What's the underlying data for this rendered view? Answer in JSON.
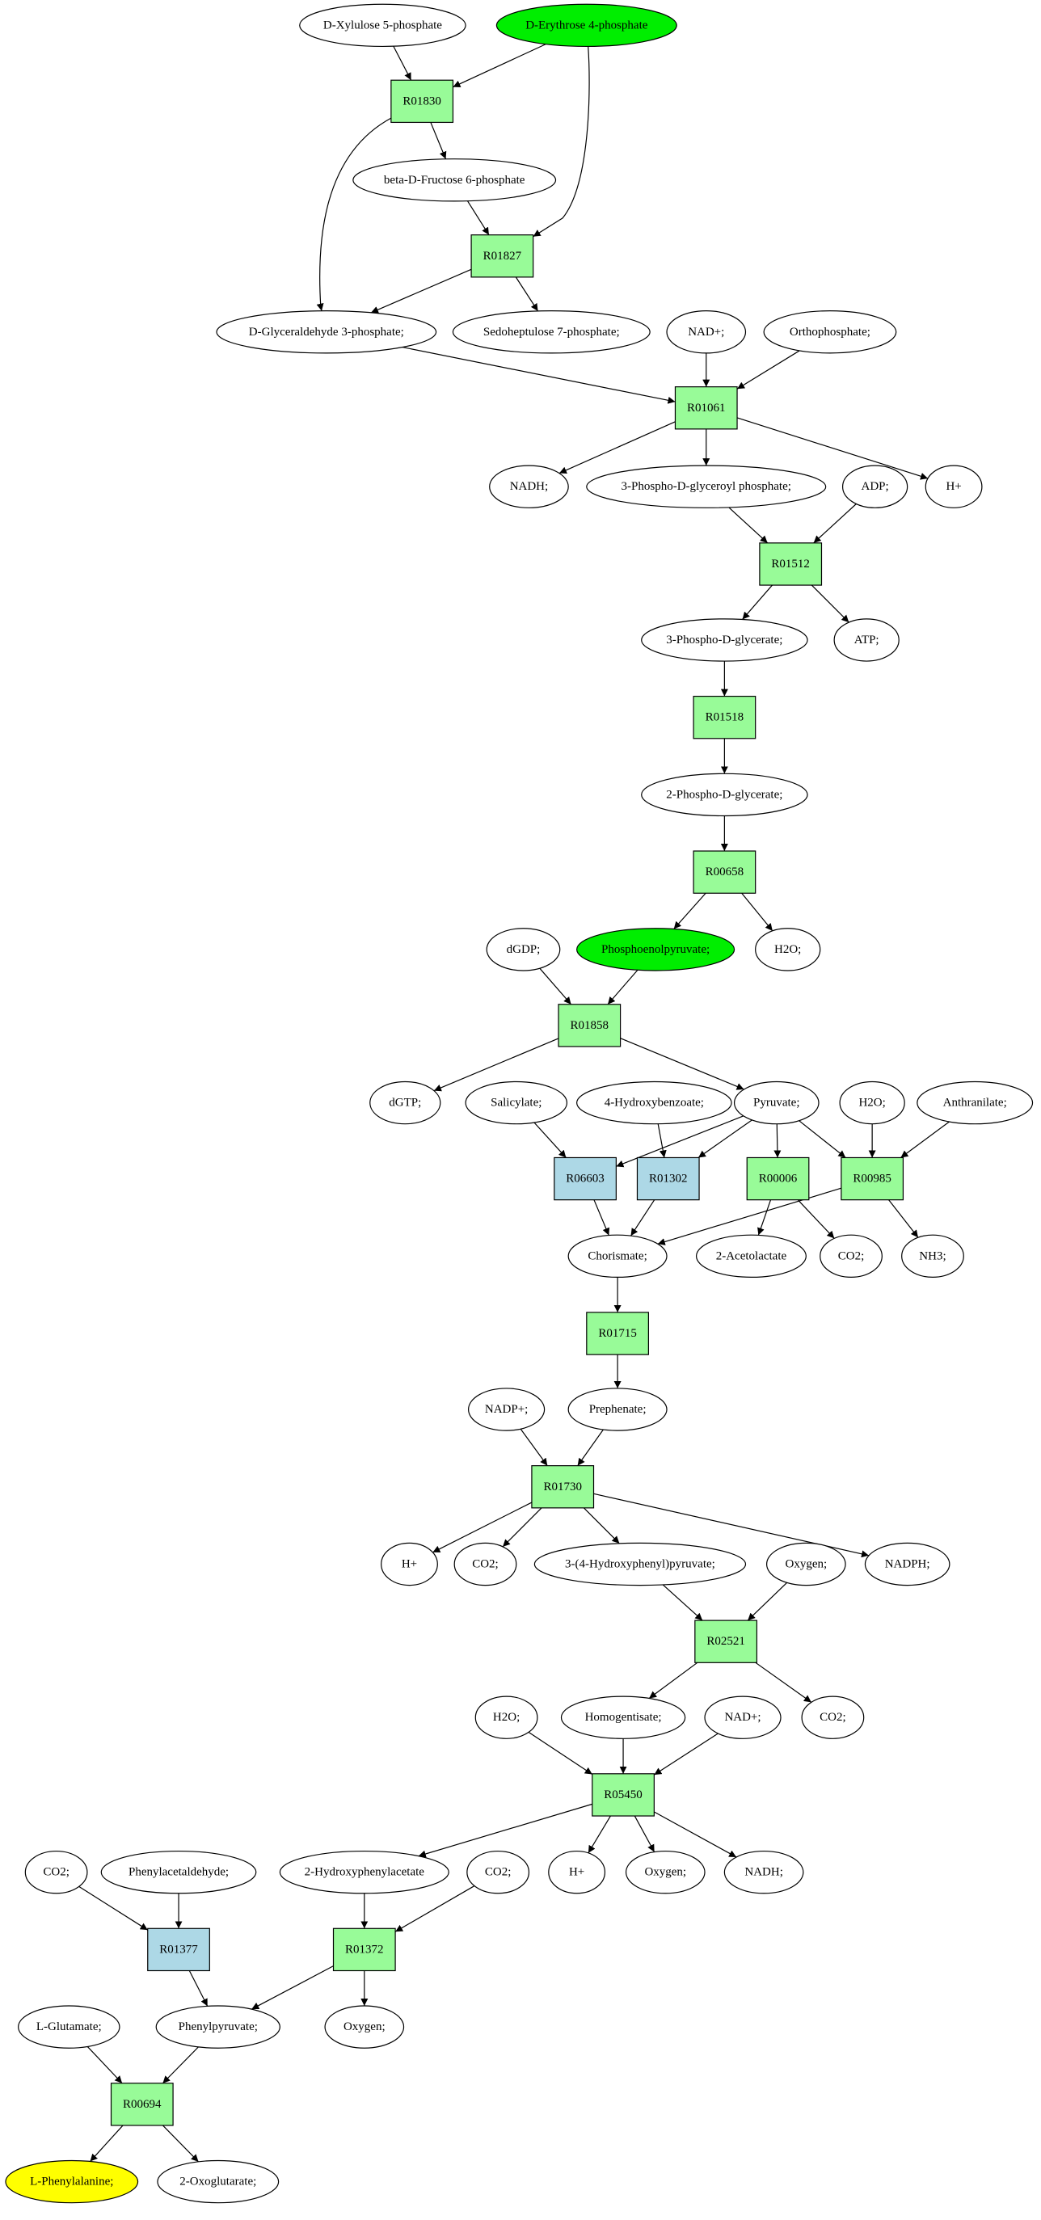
{
  "colors": {
    "compound_default": "#ffffff",
    "compound_start": "#00ee00",
    "compound_target": "#ffff00",
    "reaction_default": "#98fb98",
    "reaction_alt": "#add8e6",
    "stroke": "#000000"
  },
  "nodes": [
    {
      "id": "c_xylulose5p",
      "kind": "compound",
      "label": "D-Xylulose 5-phosphate",
      "fill": "default"
    },
    {
      "id": "c_erythrose4p",
      "kind": "compound",
      "label": "D-Erythrose 4-phosphate",
      "fill": "start"
    },
    {
      "id": "r_R01830",
      "kind": "reaction",
      "label": "R01830",
      "fill": "default"
    },
    {
      "id": "c_fructose6p",
      "kind": "compound",
      "label": "beta-D-Fructose 6-phosphate",
      "fill": "default"
    },
    {
      "id": "r_R01827",
      "kind": "reaction",
      "label": "R01827",
      "fill": "default"
    },
    {
      "id": "c_g3p",
      "kind": "compound",
      "label": "D-Glyceraldehyde 3-phosphate;",
      "fill": "default"
    },
    {
      "id": "c_sedoheptulose7p",
      "kind": "compound",
      "label": "Sedoheptulose 7-phosphate;",
      "fill": "default"
    },
    {
      "id": "c_nad_1",
      "kind": "compound",
      "label": "NAD+;",
      "fill": "default"
    },
    {
      "id": "c_orthophosphate",
      "kind": "compound",
      "label": "Orthophosphate;",
      "fill": "default"
    },
    {
      "id": "r_R01061",
      "kind": "reaction",
      "label": "R01061",
      "fill": "default"
    },
    {
      "id": "c_nadh_1",
      "kind": "compound",
      "label": "NADH;",
      "fill": "default"
    },
    {
      "id": "c_3pdgp",
      "kind": "compound",
      "label": "3-Phospho-D-glyceroyl phosphate;",
      "fill": "default"
    },
    {
      "id": "c_adp",
      "kind": "compound",
      "label": "ADP;",
      "fill": "default"
    },
    {
      "id": "c_h_1",
      "kind": "compound",
      "label": "H+",
      "fill": "default"
    },
    {
      "id": "r_R01512",
      "kind": "reaction",
      "label": "R01512",
      "fill": "default"
    },
    {
      "id": "c_3pg",
      "kind": "compound",
      "label": "3-Phospho-D-glycerate;",
      "fill": "default"
    },
    {
      "id": "c_atp",
      "kind": "compound",
      "label": "ATP;",
      "fill": "default"
    },
    {
      "id": "r_R01518",
      "kind": "reaction",
      "label": "R01518",
      "fill": "default"
    },
    {
      "id": "c_2pg",
      "kind": "compound",
      "label": "2-Phospho-D-glycerate;",
      "fill": "default"
    },
    {
      "id": "r_R00658",
      "kind": "reaction",
      "label": "R00658",
      "fill": "default"
    },
    {
      "id": "c_dgdp",
      "kind": "compound",
      "label": "dGDP;",
      "fill": "default"
    },
    {
      "id": "c_pep",
      "kind": "compound",
      "label": "Phosphoenolpyruvate;",
      "fill": "start"
    },
    {
      "id": "c_h2o_1",
      "kind": "compound",
      "label": "H2O;",
      "fill": "default"
    },
    {
      "id": "r_R01858",
      "kind": "reaction",
      "label": "R01858",
      "fill": "default"
    },
    {
      "id": "c_dgtp",
      "kind": "compound",
      "label": "dGTP;",
      "fill": "default"
    },
    {
      "id": "c_salicylate",
      "kind": "compound",
      "label": "Salicylate;",
      "fill": "default"
    },
    {
      "id": "c_4hb",
      "kind": "compound",
      "label": "4-Hydroxybenzoate;",
      "fill": "default"
    },
    {
      "id": "c_pyruvate",
      "kind": "compound",
      "label": "Pyruvate;",
      "fill": "default"
    },
    {
      "id": "c_h2o_2",
      "kind": "compound",
      "label": "H2O;",
      "fill": "default"
    },
    {
      "id": "c_anthranilate",
      "kind": "compound",
      "label": "Anthranilate;",
      "fill": "default"
    },
    {
      "id": "r_R06603",
      "kind": "reaction",
      "label": "R06603",
      "fill": "alt"
    },
    {
      "id": "r_R01302",
      "kind": "reaction",
      "label": "R01302",
      "fill": "alt"
    },
    {
      "id": "r_R00006",
      "kind": "reaction",
      "label": "R00006",
      "fill": "default"
    },
    {
      "id": "r_R00985",
      "kind": "reaction",
      "label": "R00985",
      "fill": "default"
    },
    {
      "id": "c_chorismate",
      "kind": "compound",
      "label": "Chorismate;",
      "fill": "default"
    },
    {
      "id": "c_acetolactate",
      "kind": "compound",
      "label": "2-Acetolactate",
      "fill": "default"
    },
    {
      "id": "c_co2_1",
      "kind": "compound",
      "label": "CO2;",
      "fill": "default"
    },
    {
      "id": "c_nh3",
      "kind": "compound",
      "label": "NH3;",
      "fill": "default"
    },
    {
      "id": "r_R01715",
      "kind": "reaction",
      "label": "R01715",
      "fill": "default"
    },
    {
      "id": "c_nadp",
      "kind": "compound",
      "label": "NADP+;",
      "fill": "default"
    },
    {
      "id": "c_prephenate",
      "kind": "compound",
      "label": "Prephenate;",
      "fill": "default"
    },
    {
      "id": "r_R01730",
      "kind": "reaction",
      "label": "R01730",
      "fill": "default"
    },
    {
      "id": "c_h_2",
      "kind": "compound",
      "label": "H+",
      "fill": "default"
    },
    {
      "id": "c_co2_2",
      "kind": "compound",
      "label": "CO2;",
      "fill": "default"
    },
    {
      "id": "c_4hpp",
      "kind": "compound",
      "label": "3-(4-Hydroxyphenyl)pyruvate;",
      "fill": "default"
    },
    {
      "id": "c_oxygen_1",
      "kind": "compound",
      "label": "Oxygen;",
      "fill": "default"
    },
    {
      "id": "c_nadph",
      "kind": "compound",
      "label": "NADPH;",
      "fill": "default"
    },
    {
      "id": "r_R02521",
      "kind": "reaction",
      "label": "R02521",
      "fill": "default"
    },
    {
      "id": "c_h2o_3",
      "kind": "compound",
      "label": "H2O;",
      "fill": "default"
    },
    {
      "id": "c_homogentisate",
      "kind": "compound",
      "label": "Homogentisate;",
      "fill": "default"
    },
    {
      "id": "c_nad_2",
      "kind": "compound",
      "label": "NAD+;",
      "fill": "default"
    },
    {
      "id": "c_co2_3",
      "kind": "compound",
      "label": "CO2;",
      "fill": "default"
    },
    {
      "id": "r_R05450",
      "kind": "reaction",
      "label": "R05450",
      "fill": "default"
    },
    {
      "id": "c_co2_4",
      "kind": "compound",
      "label": "CO2;",
      "fill": "default"
    },
    {
      "id": "c_phenylacetaldehyde",
      "kind": "compound",
      "label": "Phenylacetaldehyde;",
      "fill": "default"
    },
    {
      "id": "c_2hpa",
      "kind": "compound",
      "label": "2-Hydroxyphenylacetate",
      "fill": "default"
    },
    {
      "id": "c_co2_5",
      "kind": "compound",
      "label": "CO2;",
      "fill": "default"
    },
    {
      "id": "c_h_3",
      "kind": "compound",
      "label": "H+",
      "fill": "default"
    },
    {
      "id": "c_oxygen_2",
      "kind": "compound",
      "label": "Oxygen;",
      "fill": "default"
    },
    {
      "id": "c_nadh_2",
      "kind": "compound",
      "label": "NADH;",
      "fill": "default"
    },
    {
      "id": "r_R01377",
      "kind": "reaction",
      "label": "R01377",
      "fill": "alt"
    },
    {
      "id": "r_R01372",
      "kind": "reaction",
      "label": "R01372",
      "fill": "default"
    },
    {
      "id": "c_lglutamate",
      "kind": "compound",
      "label": "L-Glutamate;",
      "fill": "default"
    },
    {
      "id": "c_phenylpyruvate",
      "kind": "compound",
      "label": "Phenylpyruvate;",
      "fill": "default"
    },
    {
      "id": "c_oxygen_3",
      "kind": "compound",
      "label": "Oxygen;",
      "fill": "default"
    },
    {
      "id": "r_R00694",
      "kind": "reaction",
      "label": "R00694",
      "fill": "default"
    },
    {
      "id": "c_lphe",
      "kind": "compound",
      "label": "L-Phenylalanine;",
      "fill": "target"
    },
    {
      "id": "c_2oxoglutarate",
      "kind": "compound",
      "label": "2-Oxoglutarate;",
      "fill": "default"
    }
  ],
  "edges": [
    {
      "from": "c_xylulose5p",
      "to": "r_R01830"
    },
    {
      "from": "c_erythrose4p",
      "to": "r_R01830"
    },
    {
      "from": "c_erythrose4p",
      "to": "r_R01827"
    },
    {
      "from": "r_R01830",
      "to": "c_fructose6p"
    },
    {
      "from": "r_R01830",
      "to": "c_g3p"
    },
    {
      "from": "c_fructose6p",
      "to": "r_R01827"
    },
    {
      "from": "r_R01827",
      "to": "c_g3p"
    },
    {
      "from": "r_R01827",
      "to": "c_sedoheptulose7p"
    },
    {
      "from": "c_g3p",
      "to": "r_R01061"
    },
    {
      "from": "c_nad_1",
      "to": "r_R01061"
    },
    {
      "from": "c_orthophosphate",
      "to": "r_R01061"
    },
    {
      "from": "r_R01061",
      "to": "c_nadh_1"
    },
    {
      "from": "r_R01061",
      "to": "c_3pdgp"
    },
    {
      "from": "r_R01061",
      "to": "c_h_1"
    },
    {
      "from": "c_3pdgp",
      "to": "r_R01512"
    },
    {
      "from": "c_adp",
      "to": "r_R01512"
    },
    {
      "from": "r_R01512",
      "to": "c_3pg"
    },
    {
      "from": "r_R01512",
      "to": "c_atp"
    },
    {
      "from": "c_3pg",
      "to": "r_R01518"
    },
    {
      "from": "r_R01518",
      "to": "c_2pg"
    },
    {
      "from": "c_2pg",
      "to": "r_R00658"
    },
    {
      "from": "r_R00658",
      "to": "c_pep"
    },
    {
      "from": "r_R00658",
      "to": "c_h2o_1"
    },
    {
      "from": "c_dgdp",
      "to": "r_R01858"
    },
    {
      "from": "c_pep",
      "to": "r_R01858"
    },
    {
      "from": "r_R01858",
      "to": "c_dgtp"
    },
    {
      "from": "r_R01858",
      "to": "c_pyruvate"
    },
    {
      "from": "c_salicylate",
      "to": "r_R06603"
    },
    {
      "from": "c_pyruvate",
      "to": "r_R06603"
    },
    {
      "from": "c_4hb",
      "to": "r_R01302"
    },
    {
      "from": "c_pyruvate",
      "to": "r_R01302"
    },
    {
      "from": "c_pyruvate",
      "to": "r_R00006"
    },
    {
      "from": "c_pyruvate",
      "to": "r_R00985"
    },
    {
      "from": "c_h2o_2",
      "to": "r_R00985"
    },
    {
      "from": "c_anthranilate",
      "to": "r_R00985"
    },
    {
      "from": "r_R06603",
      "to": "c_chorismate"
    },
    {
      "from": "r_R01302",
      "to": "c_chorismate"
    },
    {
      "from": "r_R00006",
      "to": "c_acetolactate"
    },
    {
      "from": "r_R00006",
      "to": "c_co2_1"
    },
    {
      "from": "r_R00985",
      "to": "c_chorismate"
    },
    {
      "from": "r_R00985",
      "to": "c_nh3"
    },
    {
      "from": "c_chorismate",
      "to": "r_R01715"
    },
    {
      "from": "r_R01715",
      "to": "c_prephenate"
    },
    {
      "from": "c_nadp",
      "to": "r_R01730"
    },
    {
      "from": "c_prephenate",
      "to": "r_R01730"
    },
    {
      "from": "r_R01730",
      "to": "c_h_2"
    },
    {
      "from": "r_R01730",
      "to": "c_co2_2"
    },
    {
      "from": "r_R01730",
      "to": "c_4hpp"
    },
    {
      "from": "r_R01730",
      "to": "c_nadph"
    },
    {
      "from": "c_4hpp",
      "to": "r_R02521"
    },
    {
      "from": "c_oxygen_1",
      "to": "r_R02521"
    },
    {
      "from": "r_R02521",
      "to": "c_homogentisate"
    },
    {
      "from": "r_R02521",
      "to": "c_co2_3"
    },
    {
      "from": "c_h2o_3",
      "to": "r_R05450"
    },
    {
      "from": "c_homogentisate",
      "to": "r_R05450"
    },
    {
      "from": "c_nad_2",
      "to": "r_R05450"
    },
    {
      "from": "r_R05450",
      "to": "c_2hpa"
    },
    {
      "from": "r_R05450",
      "to": "c_h_3"
    },
    {
      "from": "r_R05450",
      "to": "c_oxygen_2"
    },
    {
      "from": "r_R05450",
      "to": "c_nadh_2"
    },
    {
      "from": "c_co2_4",
      "to": "r_R01377"
    },
    {
      "from": "c_phenylacetaldehyde",
      "to": "r_R01377"
    },
    {
      "from": "c_2hpa",
      "to": "r_R01372"
    },
    {
      "from": "c_co2_5",
      "to": "r_R01372"
    },
    {
      "from": "r_R01377",
      "to": "c_phenylpyruvate"
    },
    {
      "from": "r_R01372",
      "to": "c_phenylpyruvate"
    },
    {
      "from": "r_R01372",
      "to": "c_oxygen_3"
    },
    {
      "from": "c_lglutamate",
      "to": "r_R00694"
    },
    {
      "from": "c_phenylpyruvate",
      "to": "r_R00694"
    },
    {
      "from": "r_R00694",
      "to": "c_lphe"
    },
    {
      "from": "r_R00694",
      "to": "c_2oxoglutarate"
    }
  ]
}
